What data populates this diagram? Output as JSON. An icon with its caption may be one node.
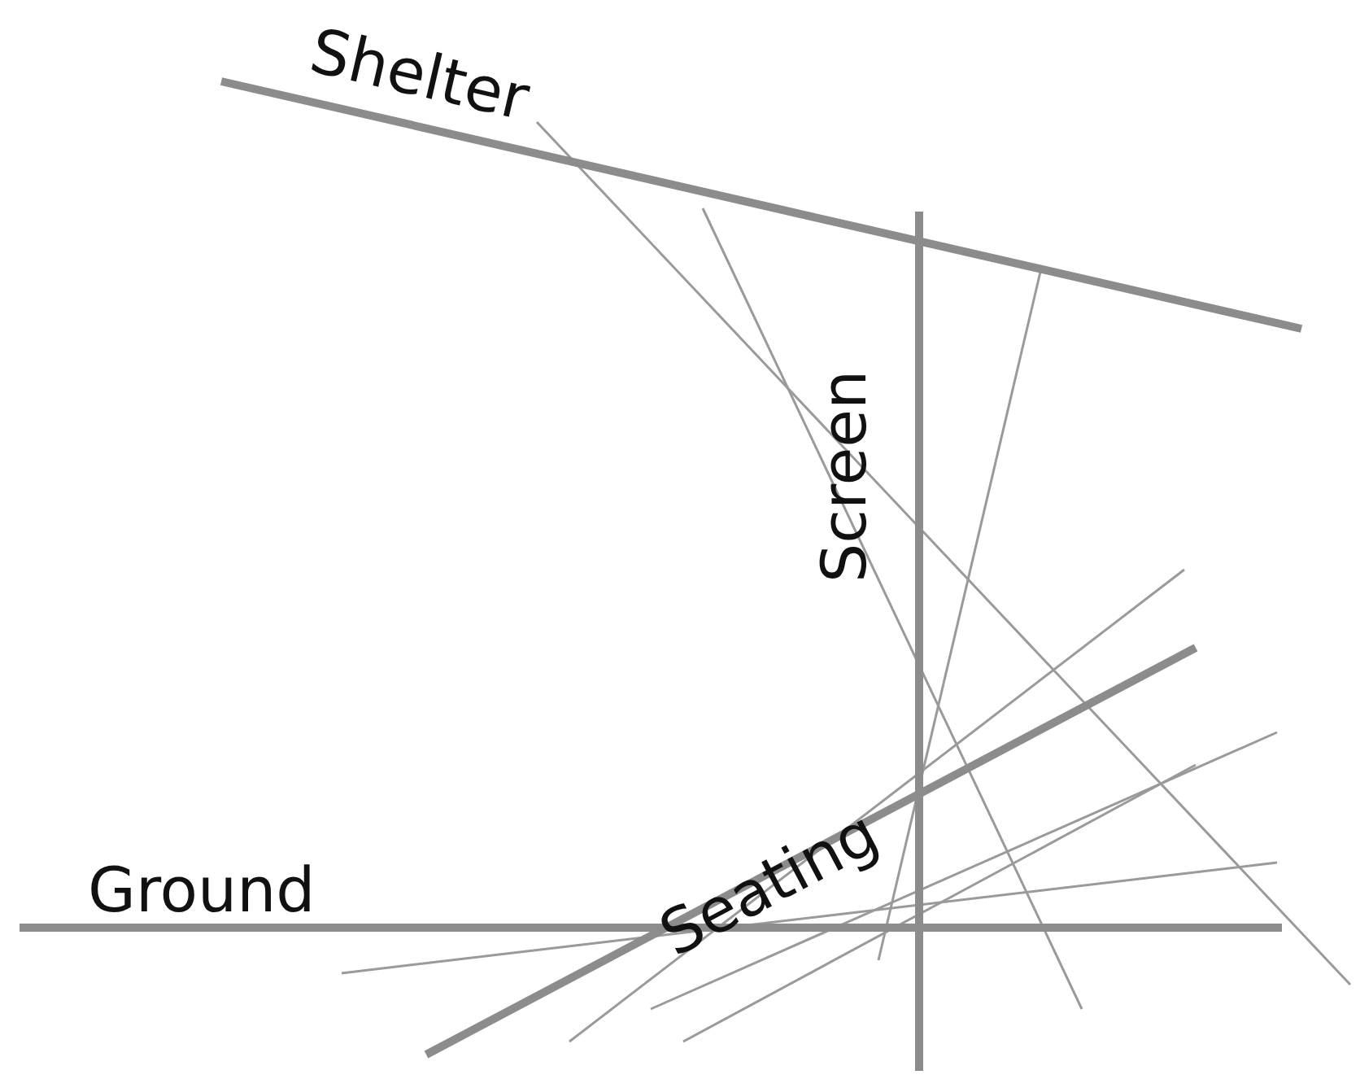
{
  "diagram": {
    "labels": [
      "Shelter",
      "Screen",
      "Seating",
      "Ground"
    ]
  }
}
